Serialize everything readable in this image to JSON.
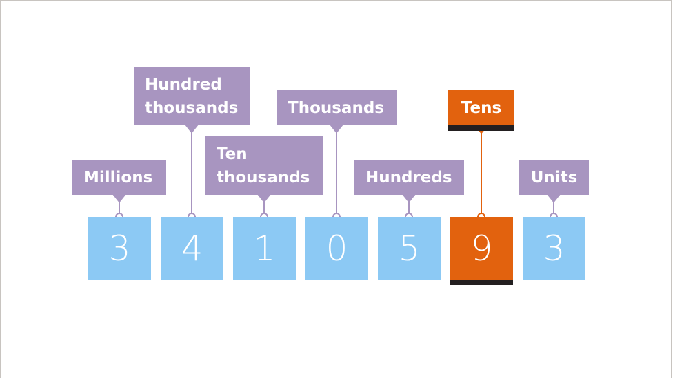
{
  "colors": {
    "digit_box": "#8cc9f4",
    "label": "#a895c0",
    "highlight": "#e2620e",
    "underline": "#231f20"
  },
  "highlighted_index": 5,
  "places": [
    {
      "label": "Millions",
      "digit": "3"
    },
    {
      "label": "Hundred\nthousands",
      "digit": "4"
    },
    {
      "label": "Ten\nthousands",
      "digit": "1"
    },
    {
      "label": "Thousands",
      "digit": "0"
    },
    {
      "label": "Hundreds",
      "digit": "5"
    },
    {
      "label": "Tens",
      "digit": "9"
    },
    {
      "label": "Units",
      "digit": "3"
    }
  ]
}
